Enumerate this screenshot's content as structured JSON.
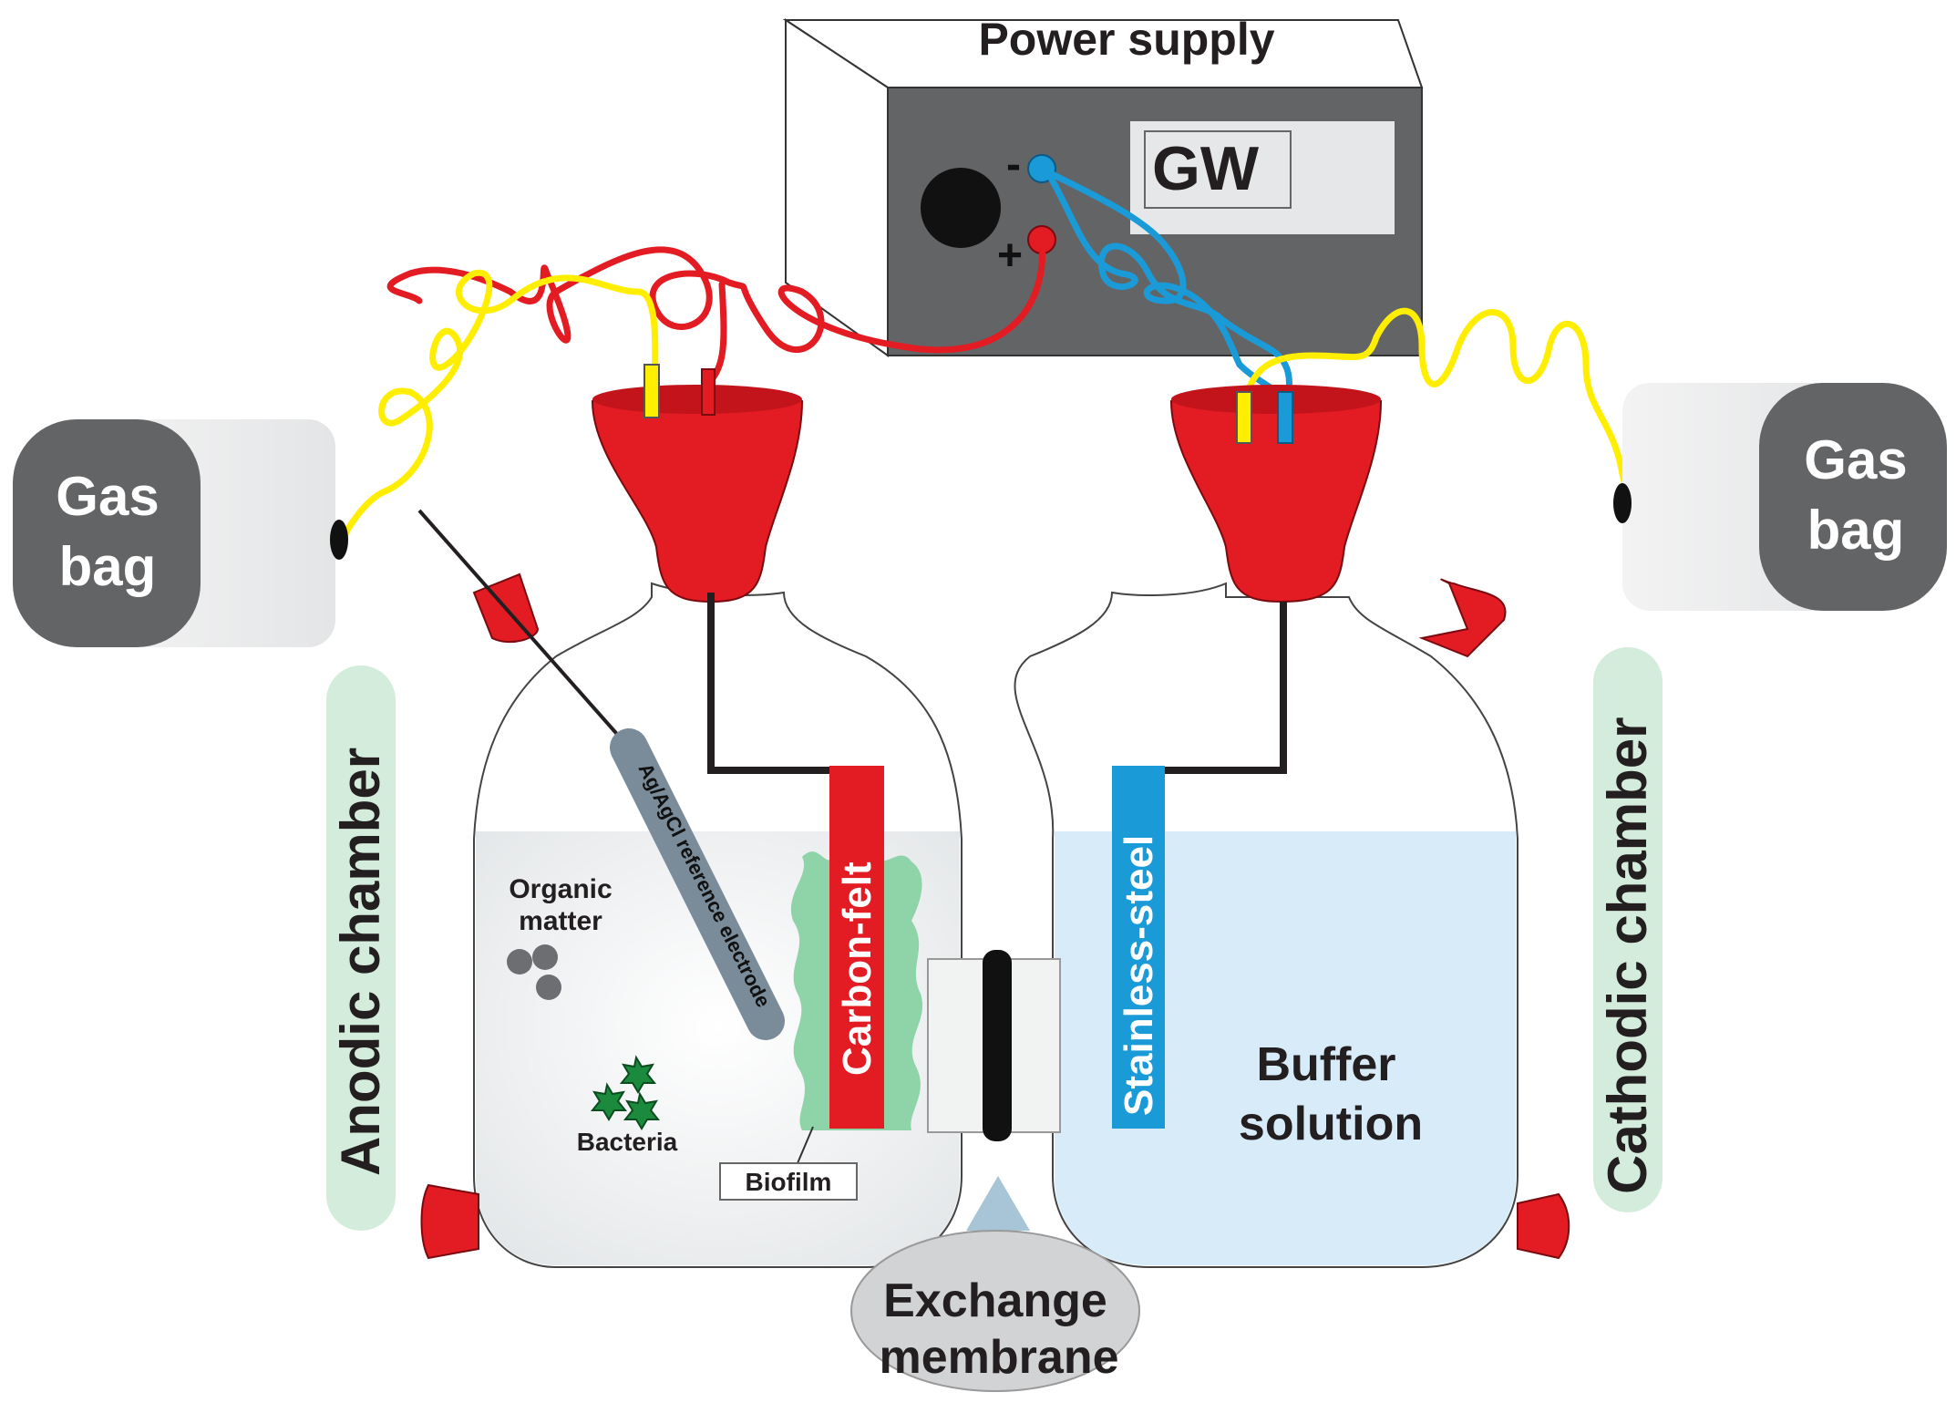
{
  "power_supply": {
    "title": "Power supply",
    "brand": "GW",
    "minus": "-",
    "plus": "+"
  },
  "gas_bag_left": {
    "line1": "Gas",
    "line2": "bag"
  },
  "gas_bag_right": {
    "line1": "Gas",
    "line2": "bag"
  },
  "anodic_chamber": {
    "label": "Anodic chamber"
  },
  "cathodic_chamber": {
    "label": "Cathodic chamber"
  },
  "reference_electrode": {
    "label": "Ag/AgCl reference electrode"
  },
  "carbon_felt": {
    "label": "Carbon-felt"
  },
  "stainless_steel": {
    "label": "Stainless-steel"
  },
  "organic_matter": {
    "line1": "Organic",
    "line2": "matter"
  },
  "bacteria": {
    "label": "Bacteria"
  },
  "biofilm": {
    "label": "Biofilm"
  },
  "buffer_solution": {
    "line1": "Buffer",
    "line2": "solution"
  },
  "exchange_membrane": {
    "line1": "Exchange",
    "line2": "membrane"
  },
  "colors": {
    "red": "#e31b23",
    "yellow": "#ffee00",
    "blue": "#1a9bd7",
    "gray_dark": "#636466",
    "anode_liquid": "#e8ecee",
    "cathode_liquid": "#d7ecf8",
    "biofilm_green": "#8fd3a8",
    "label_green": "#d4ecdc"
  }
}
